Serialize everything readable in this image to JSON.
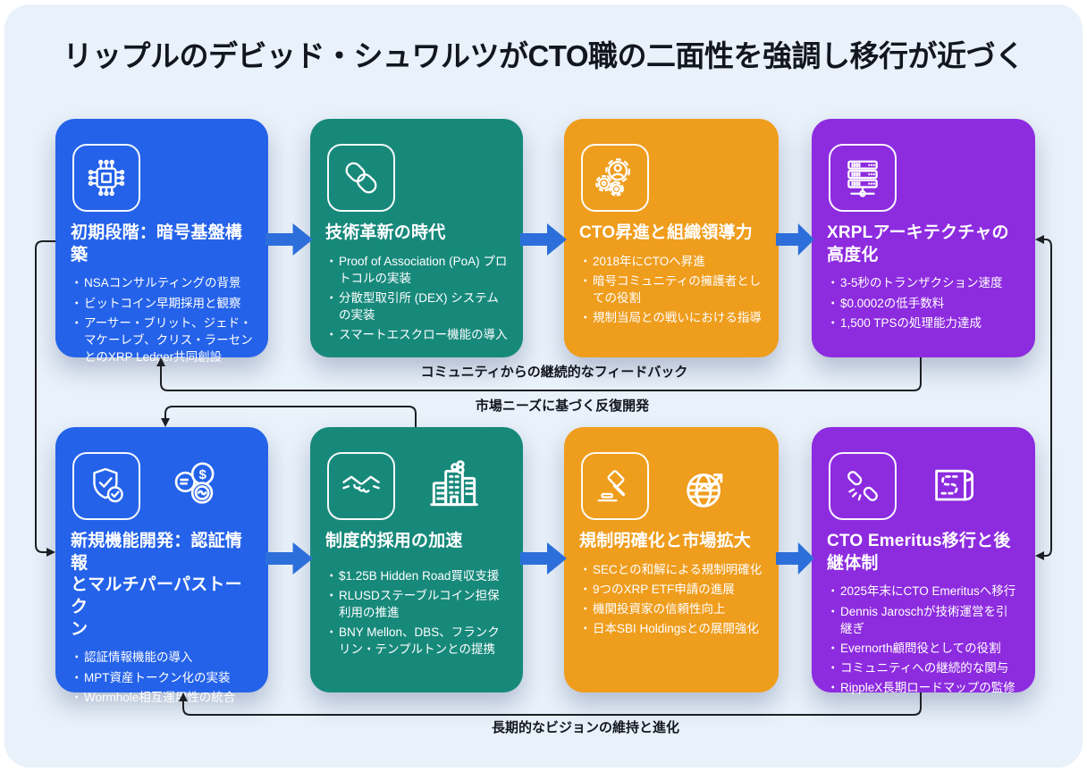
{
  "title": "リップルのデビッド・シュワルツがCTO職の二面性を強調し移行が近づく",
  "colors": {
    "background": "#e9f1fa",
    "frame": "#ffffff",
    "title_text": "#12161f",
    "card_blue": "#2462e9",
    "card_teal": "#17897b",
    "card_orange": "#ef9d1d",
    "card_purple": "#8d2bdf",
    "flow_arrow": "#2c6fdb",
    "connector": "#1c1f24",
    "card_text": "#ffffff"
  },
  "cards": [
    {
      "title": "初期段階：暗号基盤構築",
      "icon": "chip-icon",
      "bullets": [
        "NSAコンサルティングの背景",
        "ビットコイン早期採用と観察",
        "アーサー・ブリット、ジェド・マケーレブ、クリス・ラーセンとのXRP Ledger共同創設"
      ]
    },
    {
      "title": "技術革新の時代",
      "icon": "chain-link-icon",
      "bullets": [
        "Proof of Association (PoA) プロトコルの実装",
        "分散型取引所 (DEX) システムの実装",
        "スマートエスクロー機能の導入"
      ]
    },
    {
      "title": "CTO昇進と組織領導力",
      "icon": "gears-person-icon",
      "bullets": [
        "2018年にCTOへ昇進",
        "暗号コミュニティの擁護者としての役割",
        "規制当局との戦いにおける指導"
      ]
    },
    {
      "title": "XRPLアーキテクチャの\n高度化",
      "icon": "server-stack-icon",
      "bullets": [
        "3-5秒のトランザクション速度",
        "$0.0002の低手数料",
        "1,500 TPSの処理能力達成"
      ]
    },
    {
      "title": "新規機能開発：認証情報\nとマルチパーパストーク\nン",
      "icon": "shield-check-icon",
      "icon2": "coins-icon",
      "bullets": [
        "認証情報機能の導入",
        "MPT資産トークン化の実装",
        "Wormhole相互運用性の統合"
      ]
    },
    {
      "title": "制度的採用の加速",
      "icon": "handshake-icon",
      "icon2": "bank-building-icon",
      "bullets": [
        "$1.25B Hidden Road買収支援",
        "RLUSDステーブルコイン担保利用の推進",
        "BNY Mellon、DBS、フランクリン・テンプルトンとの提携"
      ]
    },
    {
      "title": "規制明確化と市場拡大",
      "icon": "gavel-icon",
      "icon2": "globe-growth-icon",
      "bullets": [
        "SECとの和解による規制明確化",
        "9つのXRP ETF申請の進展",
        "機関投資家の信頼性向上",
        "日本SBI Holdingsとの展開強化"
      ]
    },
    {
      "title": "CTO Emeritus移行と後\n継体制",
      "icon": "broken-link-icon",
      "icon2": "roadmap-scroll-icon",
      "bullets": [
        "2025年末にCTO Emeritusへ移行",
        "Dennis Jaroschが技術運営を引継ぎ",
        "Evernorth顧問役としての役割",
        "コミュニティへの継続的な関与",
        "RippleX長期ロードマップの監修"
      ]
    }
  ],
  "loop_labels": {
    "top": "コミュニティからの継続的なフィードバック",
    "mid": "市場ニーズに基づく反復開発",
    "bottom": "長期的なビジョンの維持と進化"
  }
}
